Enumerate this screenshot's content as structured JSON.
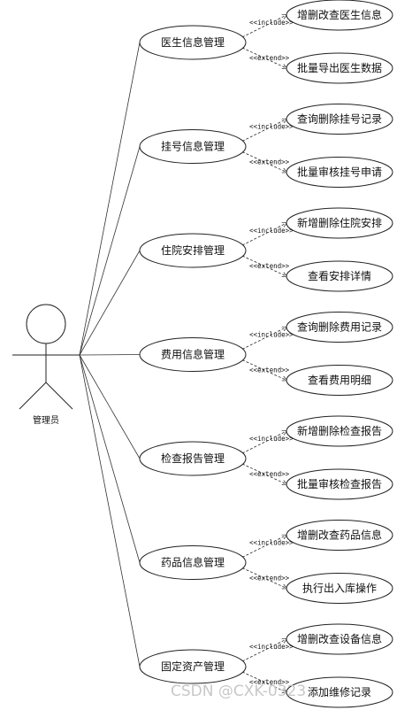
{
  "actor": {
    "label": "管理员",
    "icon": "stick-figure-icon"
  },
  "modules": [
    {
      "label": "医生信息管理",
      "include_label": "<<include>>",
      "include_case": "增删改查医生信息",
      "extend_label": "<<extend>>",
      "extend_case": "批量导出医生数据"
    },
    {
      "label": "挂号信息管理",
      "include_label": "<<include>>",
      "include_case": "查询删除挂号记录",
      "extend_label": "<<extend>>",
      "extend_case": "批量审核挂号申请"
    },
    {
      "label": "住院安排管理",
      "include_label": "<<include>>",
      "include_case": "新增删除住院安排",
      "extend_label": "<<extend>>",
      "extend_case": "查看安排详情"
    },
    {
      "label": "费用信息管理",
      "include_label": "<<include>>",
      "include_case": "查询删除费用记录",
      "extend_label": "<<extend>>",
      "extend_case": "查看费用明细"
    },
    {
      "label": "检查报告管理",
      "include_label": "<<include>>",
      "include_case": "新增删除检查报告",
      "extend_label": "<<extend>>",
      "extend_case": "批量审核检查报告"
    },
    {
      "label": "药品信息管理",
      "include_label": "<<include>>",
      "include_case": "增删改查药品信息",
      "extend_label": "<<extend>>",
      "extend_case": "执行出入库操作"
    },
    {
      "label": "固定资产管理",
      "include_label": "<<include>>",
      "include_case": "增删改查设备信息",
      "extend_label": "<<extend>>",
      "extend_case": "添加维修记录"
    }
  ],
  "watermark": "CSDN @CXK-0323"
}
